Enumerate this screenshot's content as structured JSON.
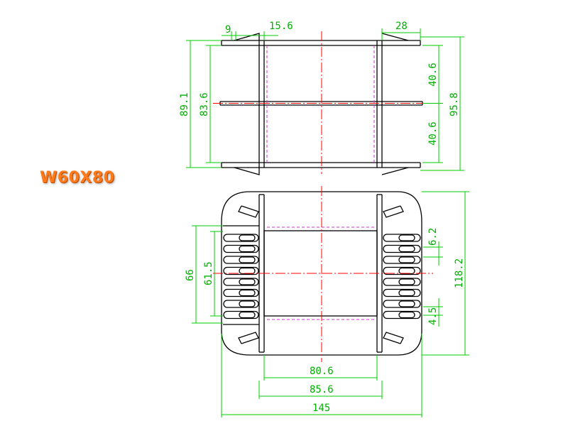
{
  "title": "W60X80",
  "colors": {
    "outline": "#000000",
    "dimension": "#00cc00",
    "centerline": "#ff0000",
    "hidden": "#cc33cc",
    "title": "#ff7a1a"
  },
  "top_view": {
    "dim_top_left_a": "9",
    "dim_top_left_b": "15.6",
    "dim_top_right": "28",
    "dim_left_outer": "89.1",
    "dim_left_inner": "83.6",
    "dim_right_upper": "40.6",
    "dim_right_lower": "40.6",
    "dim_right_outer": "95.8"
  },
  "bottom_view": {
    "dim_left_outer": "66",
    "dim_left_inner": "61.5",
    "dim_right_pitch": "6.2",
    "dim_right_slot": "4.5",
    "dim_right_outer": "118.2",
    "dim_bottom_inner": "80.6",
    "dim_bottom_mid": "85.6",
    "dim_bottom_outer": "145"
  }
}
